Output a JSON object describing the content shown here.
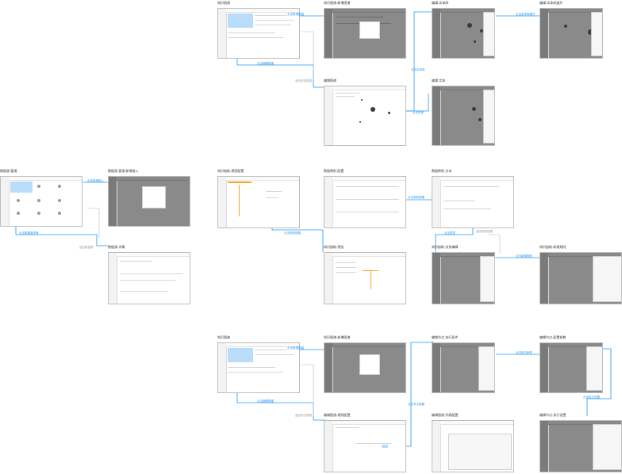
{
  "screens": {
    "s1": {
      "title": "知识图谱"
    },
    "s2": {
      "title": "知识图谱-新增图谱"
    },
    "s3": {
      "title": "编辑-实体库"
    },
    "s4": {
      "title": "编辑-实体库展开"
    },
    "s5": {
      "title": "编辑图谱"
    },
    "s6": {
      "title": "编辑-实体"
    },
    "s7": {
      "title": "数据源-管理"
    },
    "s8": {
      "title": "数据源-管理-新增接入"
    },
    "s9": {
      "title": "数据源-详情"
    },
    "s10": {
      "title": "知识抽取-规则配置"
    },
    "s11": {
      "title": "数据映射-配置"
    },
    "s12": {
      "title": "数据映射-文本"
    },
    "s13": {
      "title": "知识抽取-预览"
    },
    "s14": {
      "title": "知识抽取-关系编辑"
    },
    "s15": {
      "title": "知识抽取-新建规则"
    },
    "s16": {
      "title": "知识图谱"
    },
    "s17": {
      "title": "知识图谱-新增图谱"
    },
    "s18": {
      "title": "编辑节点-执行条件"
    },
    "s19": {
      "title": "编辑节点-配置参数"
    },
    "s20": {
      "title": "编辑图谱-规则配置"
    },
    "s21": {
      "title": "编辑图谱-列表配置"
    },
    "s22": {
      "title": "编辑节点-执行设置"
    }
  },
  "connectors": {
    "c1": "点击新增图谱",
    "c2": "点击编辑图谱",
    "c3": "点击实体库",
    "c4": "点击实体库展开",
    "c5": "点击实体",
    "c6": "点击新增接入",
    "c7": "点击数据源详情",
    "c8": "点击规则配置",
    "c9": "点击映射配置",
    "c10": "点击新增规则",
    "c11": "点击预览",
    "c12": "点击新增图谱",
    "c13": "点击编辑图谱",
    "c14": "点击节点配置",
    "c15": "点击执行条件",
    "c16": "点击执行设置"
  },
  "notes": {
    "n1": "返回知识图谱",
    "n2": "返回数据源",
    "n3": "返回规则配置",
    "n4": "返回知识图谱"
  },
  "colors": {
    "connector": "#2196f3",
    "frame_border": "#bdbdbd",
    "dark_overlay": "#8a8a8a",
    "highlight": "#b9dcfb",
    "orange_accent": "#f6a623"
  }
}
